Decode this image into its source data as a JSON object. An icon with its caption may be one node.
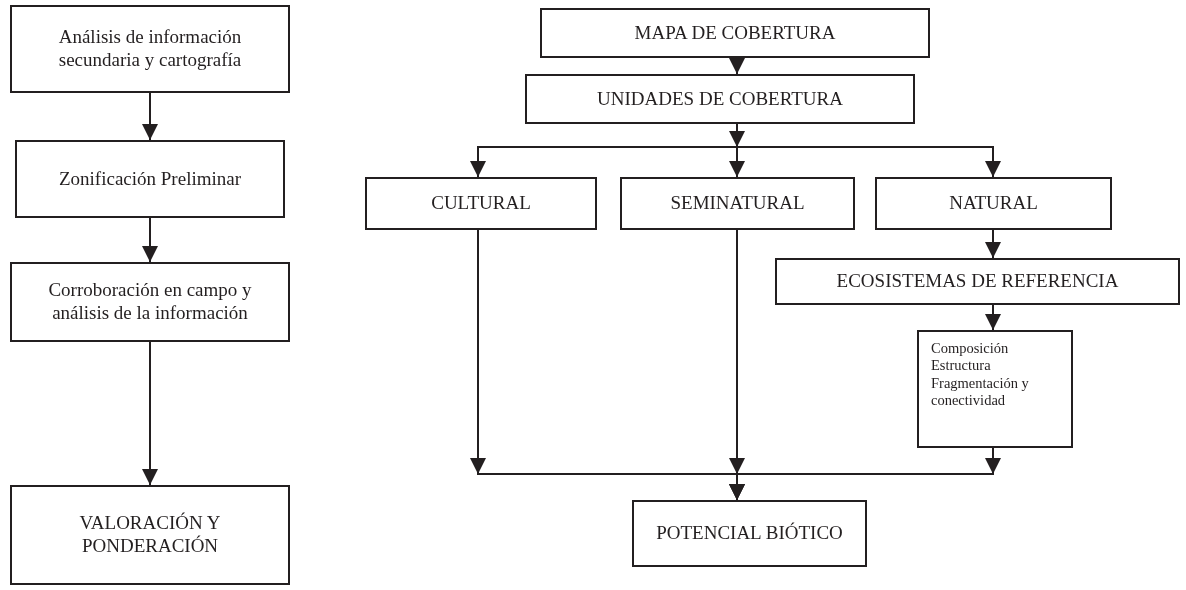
{
  "diagram": {
    "nodes": [
      {
        "text": [
          "Análisis de información secundaria y cartografía"
        ]
      },
      {
        "text": [
          "Zonificación Preliminar"
        ]
      },
      {
        "text": [
          "Corroboración en campo y análisis de la información"
        ]
      },
      {
        "text": [
          "VALORACIÓN Y PONDERACIÓN"
        ]
      },
      {
        "text": [
          "MAPA DE COBERTURA"
        ]
      },
      {
        "text": [
          "UNIDADES DE COBERTURA"
        ]
      },
      {
        "text": [
          "CULTURAL"
        ]
      },
      {
        "text": [
          "SEMINATURAL"
        ]
      },
      {
        "text": [
          "NATURAL"
        ]
      },
      {
        "text": [
          "ECOSISTEMAS DE REFERENCIA"
        ]
      },
      {
        "text": [
          "Composición Estructura Fragmentación y conectividad"
        ]
      },
      {
        "text": [
          "POTENCIAL BIÓTICO"
        ]
      }
    ],
    "edges": [
      {
        "from": 0,
        "to": 1,
        "arrow": "to"
      },
      {
        "from": 1,
        "to": 2,
        "arrow": "to"
      },
      {
        "from": 2,
        "to": 3,
        "arrow": "to"
      },
      {
        "from": 4,
        "to": 5,
        "arrow": "to"
      },
      {
        "from": 5,
        "to": 6,
        "arrow": "to"
      },
      {
        "from": 5,
        "to": 7,
        "arrow": "to"
      },
      {
        "from": 5,
        "to": 8,
        "arrow": "to"
      },
      {
        "from": 8,
        "to": 9,
        "arrow": "to"
      },
      {
        "from": 9,
        "to": 10,
        "arrow": "to"
      },
      {
        "from": 6,
        "to": 11,
        "arrow": "to"
      },
      {
        "from": 7,
        "to": 11,
        "arrow": "to"
      },
      {
        "from": 10,
        "to": 11,
        "arrow": "to"
      }
    ]
  }
}
